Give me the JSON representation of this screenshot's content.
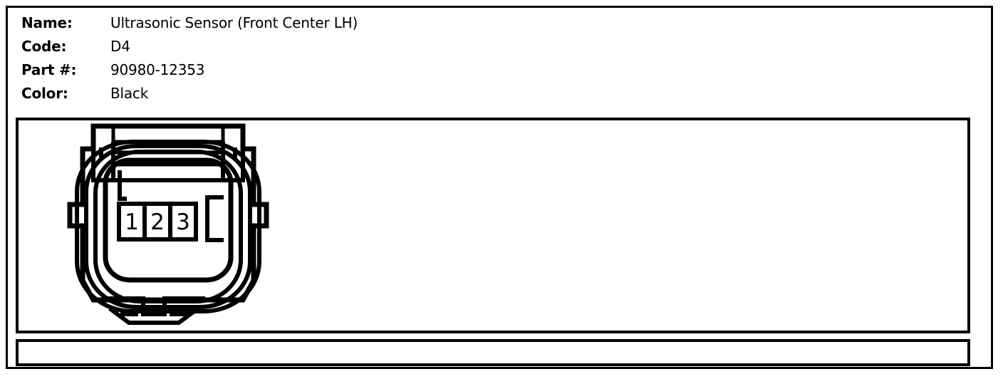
{
  "sheet": {
    "background_color": "#ffffff",
    "line_color": "#000000"
  },
  "info": {
    "rows": [
      {
        "label": "Name:",
        "value": "Ultrasonic Sensor (Front Center LH)"
      },
      {
        "label": "Code:",
        "value": "D4"
      },
      {
        "label": "Part #:",
        "value": "90980-12353"
      },
      {
        "label": "Color:",
        "value": "Black"
      }
    ]
  },
  "connector": {
    "title": "connector-face-view",
    "pin_count": 3,
    "pins": [
      {
        "number": "1"
      },
      {
        "number": "2"
      },
      {
        "number": "3"
      }
    ],
    "features": [
      "top-latch",
      "left-side-tab",
      "right-side-tab",
      "bottom-keying-notch",
      "right-keying-slot",
      "left-alignment-notch"
    ]
  },
  "footer": {
    "text": ""
  }
}
